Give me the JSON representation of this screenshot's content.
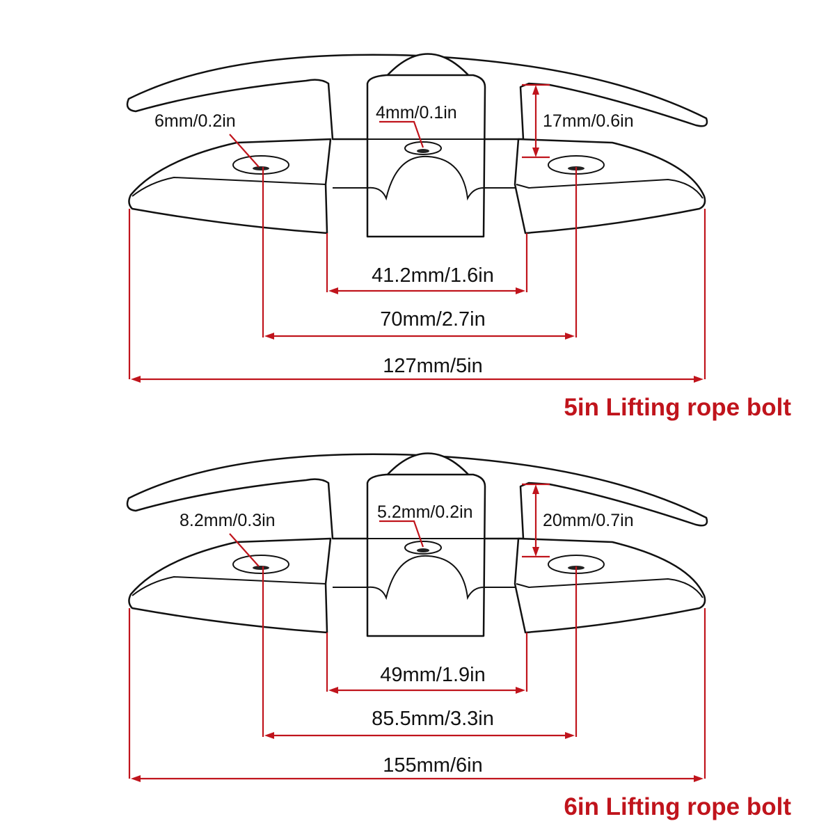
{
  "diagrams": [
    {
      "title": "5in Lifting rope bolt",
      "left_hole": "6mm/0.2in",
      "center_hole": "4mm/0.1in",
      "height": "17mm/0.6in",
      "inner_gap": "41.2mm/1.6in",
      "hole_spacing": "70mm/2.7in",
      "overall_length": "127mm/5in"
    },
    {
      "title": "6in Lifting rope bolt",
      "left_hole": "8.2mm/0.3in",
      "center_hole": "5.2mm/0.2in",
      "height": "20mm/0.7in",
      "inner_gap": "49mm/1.9in",
      "hole_spacing": "85.5mm/3.3in",
      "overall_length": "155mm/6in"
    }
  ],
  "colors": {
    "dimension": "#c0141c",
    "outline": "#111111"
  }
}
